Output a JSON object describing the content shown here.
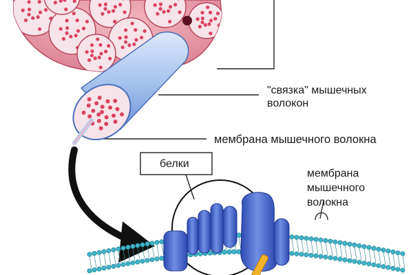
{
  "labels": {
    "bundle": [
      "\"связка\" мышечных",
      "волокон"
    ],
    "membrane_top": "мембрана мышечного волокна",
    "proteins": "белки",
    "membrane_right": [
      "мембрана",
      "мышечного",
      "волокна"
    ]
  },
  "colors": {
    "tissue": "#e8a3b0",
    "tissue_dark": "#c9566c",
    "fascicle": "#f7e3ea",
    "dot": "#d9445f",
    "cylinder": "#a9c4ee",
    "cylinder_dark": "#6f94d6",
    "protein": "#3e5fc9",
    "protein_light": "#7f9fe8",
    "membrane_head": "#3fb3c7",
    "arrow": "#111111",
    "channel": "#f4b42a"
  }
}
